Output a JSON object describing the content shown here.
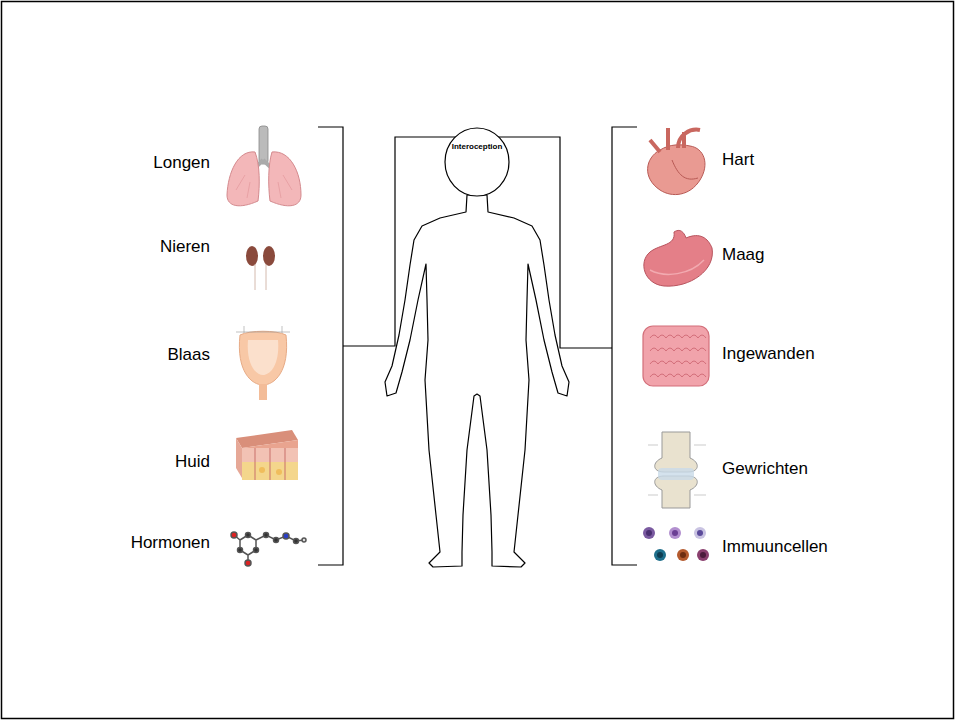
{
  "diagram": {
    "labels": [
      "Interoception",
      "Longen",
      "Nieren",
      "Blaas",
      "Huid",
      "Hormonen",
      "Hart",
      "Maag",
      "Ingewanden",
      "Gewrichten",
      "Immuuncellen"
    ]
  }
}
